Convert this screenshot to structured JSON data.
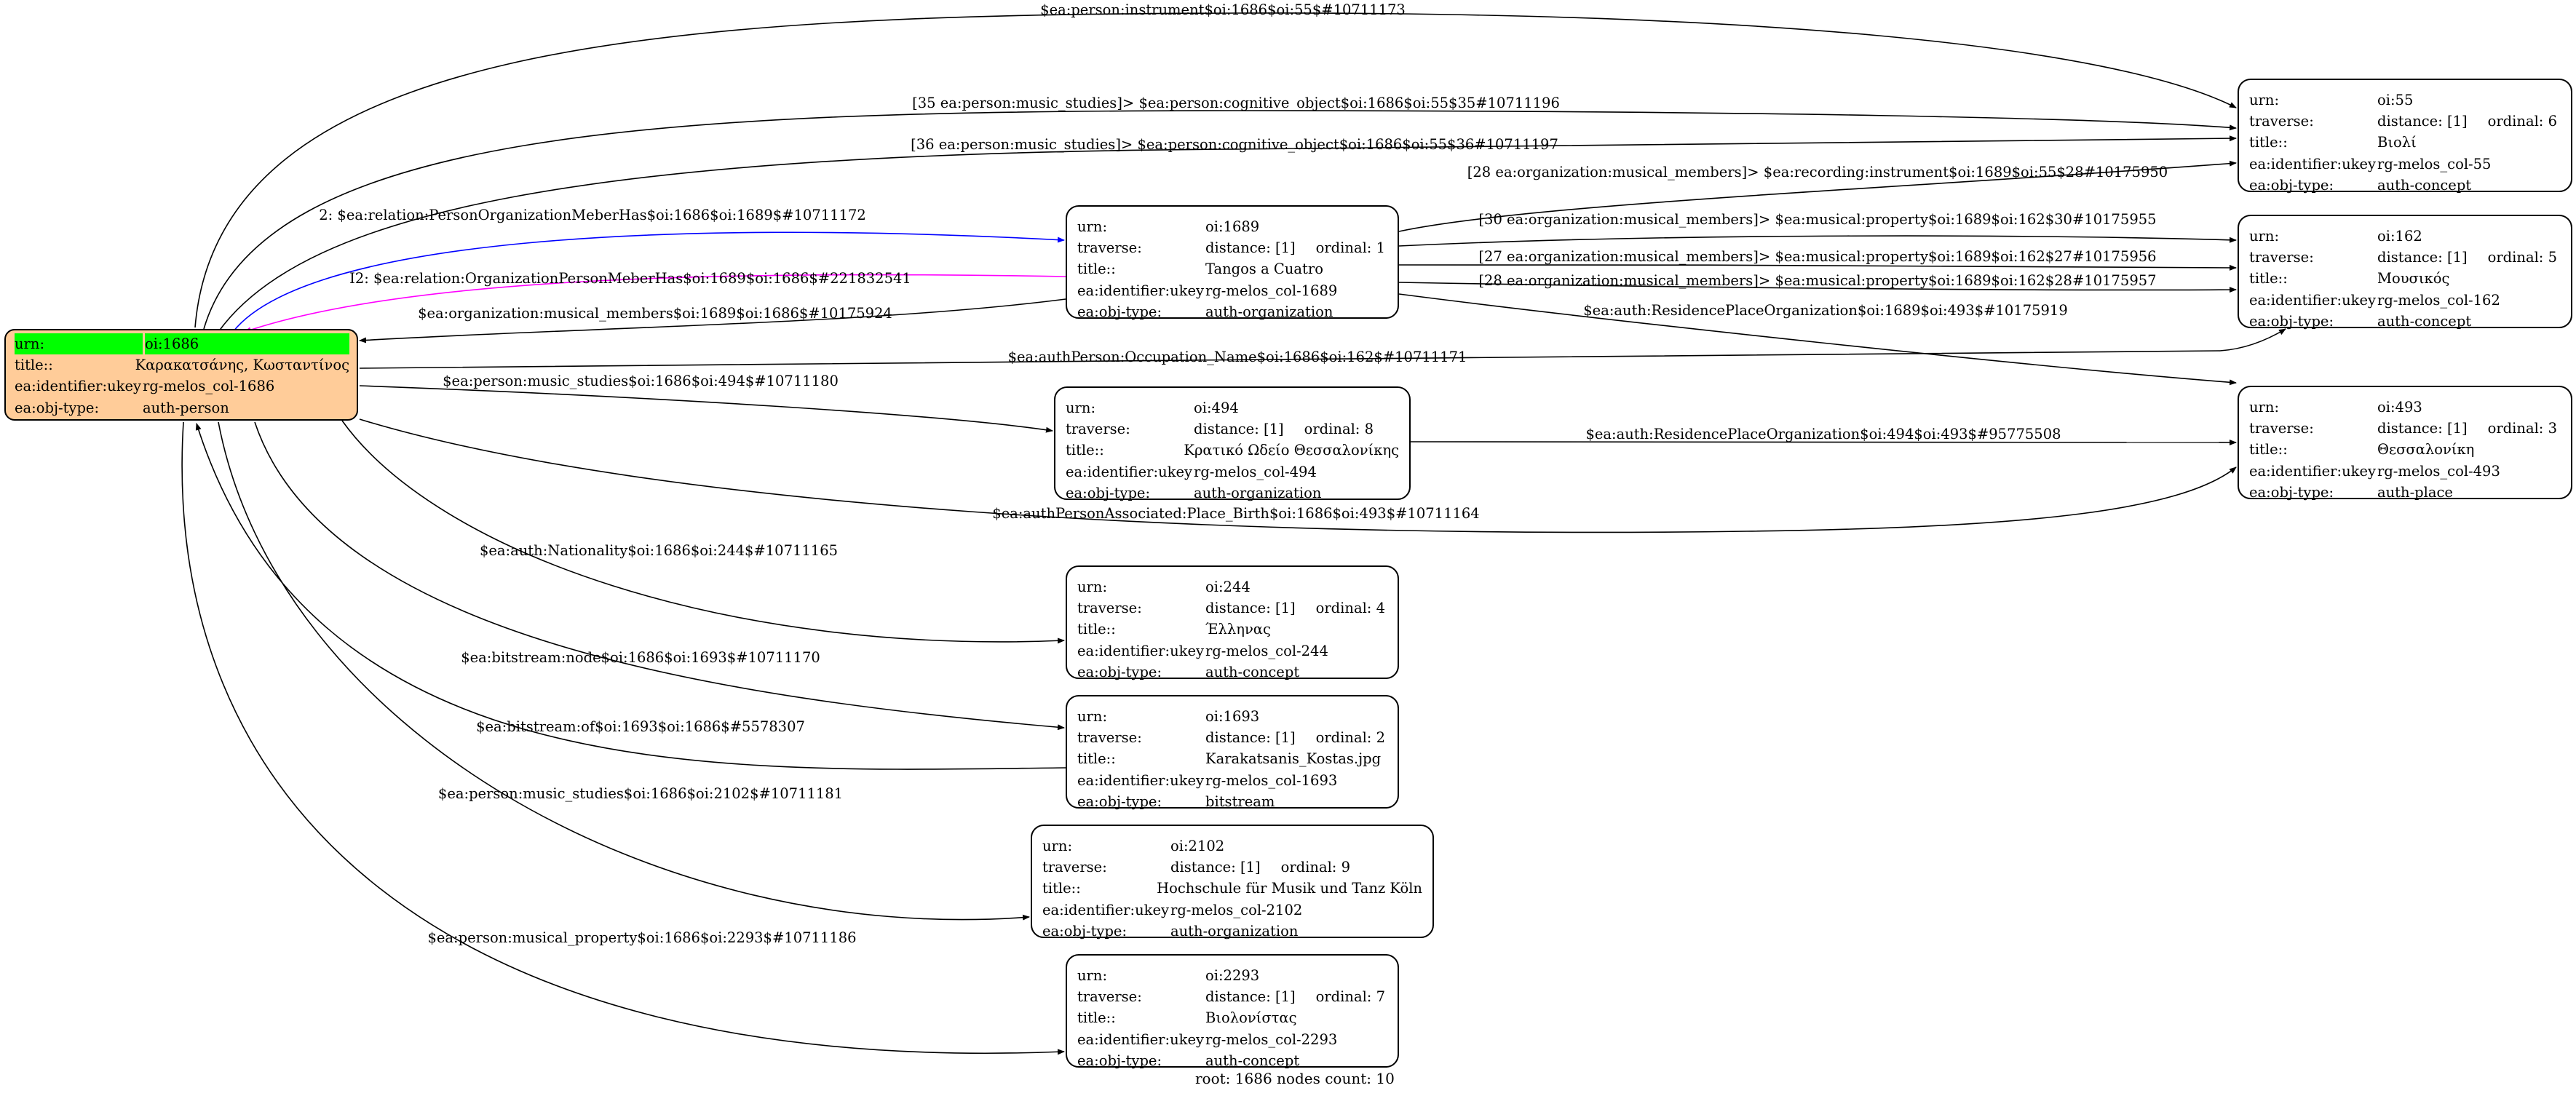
{
  "root_node": {
    "rows": [
      {
        "k": "urn:",
        "v": "oi:1686"
      },
      {
        "k": "title::",
        "v": "Καρακατσάνης, Κωσταντίνος"
      },
      {
        "k": "ea:identifier:ukey",
        "v": "rg-melos_col-1686"
      },
      {
        "k": "ea:obj-type:",
        "v": "auth-person"
      }
    ]
  },
  "nodes": [
    {
      "id": "n1689",
      "rows": [
        {
          "k": "urn:",
          "v": "oi:1689"
        },
        {
          "k": "traverse:",
          "v": "distance: [1]",
          "v2": "ordinal: 1"
        },
        {
          "k": "title::",
          "v": "Tangos a Cuatro"
        },
        {
          "k": "ea:identifier:ukey",
          "v": "rg-melos_col-1689"
        },
        {
          "k": "ea:obj-type:",
          "v": "auth-organization"
        }
      ]
    },
    {
      "id": "n494",
      "rows": [
        {
          "k": "urn:",
          "v": "oi:494"
        },
        {
          "k": "traverse:",
          "v": "distance: [1]",
          "v2": "ordinal: 8"
        },
        {
          "k": "title::",
          "v": "Κρατικό Ωδείο Θεσσαλονίκης"
        },
        {
          "k": "ea:identifier:ukey",
          "v": "rg-melos_col-494"
        },
        {
          "k": "ea:obj-type:",
          "v": "auth-organization"
        }
      ]
    },
    {
      "id": "n244",
      "rows": [
        {
          "k": "urn:",
          "v": "oi:244"
        },
        {
          "k": "traverse:",
          "v": "distance: [1]",
          "v2": "ordinal: 4"
        },
        {
          "k": "title::",
          "v": "Έλληνας"
        },
        {
          "k": "ea:identifier:ukey",
          "v": "rg-melos_col-244"
        },
        {
          "k": "ea:obj-type:",
          "v": "auth-concept"
        }
      ]
    },
    {
      "id": "n1693",
      "rows": [
        {
          "k": "urn:",
          "v": "oi:1693"
        },
        {
          "k": "traverse:",
          "v": "distance: [1]",
          "v2": "ordinal: 2"
        },
        {
          "k": "title::",
          "v": "Karakatsanis_Kostas.jpg"
        },
        {
          "k": "ea:identifier:ukey",
          "v": "rg-melos_col-1693"
        },
        {
          "k": "ea:obj-type:",
          "v": "bitstream"
        }
      ]
    },
    {
      "id": "n2102",
      "rows": [
        {
          "k": "urn:",
          "v": "oi:2102"
        },
        {
          "k": "traverse:",
          "v": "distance: [1]",
          "v2": "ordinal: 9"
        },
        {
          "k": "title::",
          "v": "Hochschule für Musik und Tanz Köln"
        },
        {
          "k": "ea:identifier:ukey",
          "v": "rg-melos_col-2102"
        },
        {
          "k": "ea:obj-type:",
          "v": "auth-organization"
        }
      ]
    },
    {
      "id": "n2293",
      "rows": [
        {
          "k": "urn:",
          "v": "oi:2293"
        },
        {
          "k": "traverse:",
          "v": "distance: [1]",
          "v2": "ordinal: 7"
        },
        {
          "k": "title::",
          "v": "Βιολονίστας"
        },
        {
          "k": "ea:identifier:ukey",
          "v": "rg-melos_col-2293"
        },
        {
          "k": "ea:obj-type:",
          "v": "auth-concept"
        }
      ]
    },
    {
      "id": "n55",
      "rows": [
        {
          "k": "urn:",
          "v": "oi:55"
        },
        {
          "k": "traverse:",
          "v": "distance: [1]",
          "v2": "ordinal: 6"
        },
        {
          "k": "title::",
          "v": "Βιολί"
        },
        {
          "k": "ea:identifier:ukey",
          "v": "rg-melos_col-55"
        },
        {
          "k": "ea:obj-type:",
          "v": "auth-concept"
        }
      ]
    },
    {
      "id": "n162",
      "rows": [
        {
          "k": "urn:",
          "v": "oi:162"
        },
        {
          "k": "traverse:",
          "v": "distance: [1]",
          "v2": "ordinal: 5"
        },
        {
          "k": "title::",
          "v": "Μουσικός"
        },
        {
          "k": "ea:identifier:ukey",
          "v": "rg-melos_col-162"
        },
        {
          "k": "ea:obj-type:",
          "v": "auth-concept"
        }
      ]
    },
    {
      "id": "n493",
      "rows": [
        {
          "k": "urn:",
          "v": "oi:493"
        },
        {
          "k": "traverse:",
          "v": "distance: [1]",
          "v2": "ordinal: 3"
        },
        {
          "k": "title::",
          "v": "Θεσσαλονίκη"
        },
        {
          "k": "ea:identifier:ukey",
          "v": "rg-melos_col-493"
        },
        {
          "k": "ea:obj-type:",
          "v": "auth-place"
        }
      ]
    }
  ],
  "edges": [
    {
      "label": "$ea:person:instrument$oi:1686$oi:55$#10711173",
      "color": "#000000"
    },
    {
      "label": "[35 ea:person:music_studies]> $ea:person:cognitive_object$oi:1686$oi:55$35#10711196",
      "color": "#000000"
    },
    {
      "label": "[36 ea:person:music_studies]> $ea:person:cognitive_object$oi:1686$oi:55$36#10711197",
      "color": "#000000"
    },
    {
      "label": "2: $ea:relation:PersonOrganizationMeberHas$oi:1686$oi:1689$#10711172",
      "color": "#0000ff"
    },
    {
      "label": "I2: $ea:relation:OrganizationPersonMeberHas$oi:1689$oi:1686$#221832541",
      "color": "#ff00ff"
    },
    {
      "label": "$ea:organization:musical_members$oi:1689$oi:1686$#10175924",
      "color": "#000000"
    },
    {
      "label": "[28 ea:organization:musical_members]> $ea:recording:instrument$oi:1689$oi:55$28#10175950",
      "color": "#000000"
    },
    {
      "label": "[30 ea:organization:musical_members]> $ea:musical:property$oi:1689$oi:162$30#10175955",
      "color": "#000000"
    },
    {
      "label": "[27 ea:organization:musical_members]> $ea:musical:property$oi:1689$oi:162$27#10175956",
      "color": "#000000"
    },
    {
      "label": "[28 ea:organization:musical_members]> $ea:musical:property$oi:1689$oi:162$28#10175957",
      "color": "#000000"
    },
    {
      "label": "$ea:auth:ResidencePlaceOrganization$oi:1689$oi:493$#10175919",
      "color": "#000000"
    },
    {
      "label": "$ea:authPerson:Occupation_Name$oi:1686$oi:162$#10711171",
      "color": "#000000"
    },
    {
      "label": "$ea:person:music_studies$oi:1686$oi:494$#10711180",
      "color": "#000000"
    },
    {
      "label": "$ea:auth:ResidencePlaceOrganization$oi:494$oi:493$#95775508",
      "color": "#000000"
    },
    {
      "label": "$ea:authPersonAssociated:Place_Birth$oi:1686$oi:493$#10711164",
      "color": "#000000"
    },
    {
      "label": "$ea:auth:Nationality$oi:1686$oi:244$#10711165",
      "color": "#000000"
    },
    {
      "label": "$ea:bitstream:node$oi:1686$oi:1693$#10711170",
      "color": "#000000"
    },
    {
      "label": "$ea:bitstream:of$oi:1693$oi:1686$#5578307",
      "color": "#000000"
    },
    {
      "label": "$ea:person:music_studies$oi:1686$oi:2102$#10711181",
      "color": "#000000"
    },
    {
      "label": "$ea:person:musical_property$oi:1686$oi:2293$#10711186",
      "color": "#000000"
    }
  ],
  "footer": "root: 1686 nodes count: 10"
}
